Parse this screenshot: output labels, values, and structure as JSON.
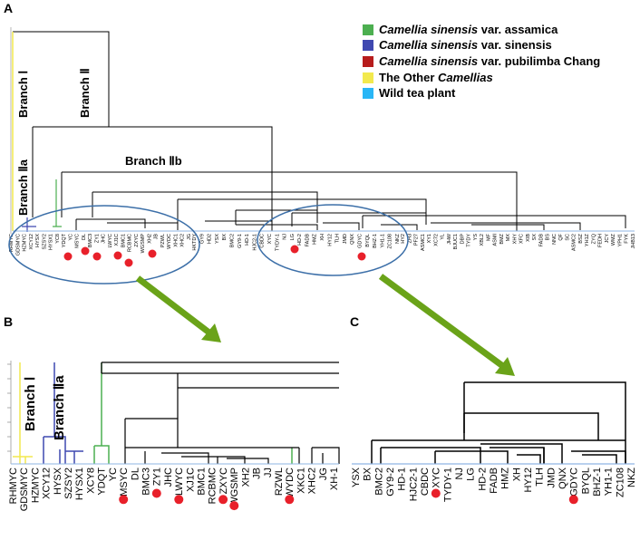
{
  "panels": {
    "a": "A",
    "b": "B",
    "c": "C"
  },
  "legend": [
    {
      "italic": "Camellia sinensis",
      "rest": " var. assamica",
      "color": "#4CAF50"
    },
    {
      "italic": "Camellia sinensis",
      "rest": " var. sinensis",
      "color": "#3F48B0"
    },
    {
      "italic": "Camellia sinensis",
      "rest": " var. pubilimba Chang",
      "color": "#B71C1C"
    },
    {
      "pre": "The Other ",
      "italic": "Camellias",
      "rest": "",
      "color": "#F2E94E"
    },
    {
      "pre": "Wild tea plant",
      "italic": "",
      "rest": "",
      "color": "#29B6F6"
    }
  ],
  "branches": {
    "I": "Branch Ⅰ",
    "II": "Branch Ⅱ",
    "IIa": "Branch Ⅱa",
    "IIb": "Branch Ⅱb"
  },
  "panelA": {
    "leaves_left": [
      "RHMYC",
      "GDSMYC",
      "HZMYC",
      "XCY12",
      "HYSX",
      "SZSY2",
      "HYSX1",
      "YC8",
      "YDQT",
      "YC",
      "MSYC",
      "DL",
      "BMC3",
      "ZY1",
      "JHC",
      "LWYC",
      "XJ1C",
      "BMC1",
      "RCBMC",
      "ZXYC",
      "WGSMP",
      "XH2",
      "JB",
      "PZWL",
      "WYDC",
      "XHC1",
      "XHC2",
      "JG"
    ],
    "leaves_mid": [
      "HKTDY",
      "GY9",
      "HD2",
      "YSX",
      "BX",
      "BMC2",
      "GY9-1",
      "HD-1",
      "HJC2-1",
      "CBDC",
      "XYC",
      "TYDY-1",
      "NJ",
      "LG",
      "HD-2",
      "FADB",
      "HMZ",
      "XH",
      "HY12",
      "TLH",
      "JMD",
      "QNX",
      "GDYC",
      "BYQL",
      "BHZ-1",
      "YH1-1",
      "ZC108",
      "NKZ"
    ],
    "leaves_right": [
      "HY2",
      "ZH3",
      "PF27",
      "ASMC1",
      "XY1",
      "XC72",
      "YL",
      "JHW",
      "BJUC1",
      "DBP",
      "TYDY",
      "YS",
      "XBL2",
      "MF",
      "ASMI",
      "BMZ",
      "MX",
      "XHY",
      "XFC",
      "XIB",
      "SX",
      "FADB",
      "BS",
      "NNC",
      "QF",
      "SC",
      "ASMC2",
      "BSZ",
      "YH1Z",
      "ZYQ",
      "FEDH",
      "JCY",
      "WMZ",
      "YPH1",
      "FYK",
      "JHB13"
    ]
  },
  "panelB": {
    "leaves": [
      "RHMYC",
      "GDSMYC",
      "HZMYC",
      "XCY12",
      "HYSX",
      "SZSY2",
      "HYSX1",
      "XCY8",
      "YDQT",
      "YC",
      "MSYC",
      "DL",
      "BMC3",
      "ZY1",
      "JHC",
      "LWYC",
      "XJ1C",
      "BMC1",
      "RCBMC",
      "ZXYC",
      "WGSMP",
      "XH2",
      "JB",
      "JJ",
      "RZWL",
      "WYDC",
      "XKC1",
      "XHC2",
      "JG",
      "XH-1"
    ],
    "marked": [
      "MSYC",
      "ZY1",
      "LWYC",
      "ZXYC",
      "WGSMP",
      "WYDC"
    ]
  },
  "panelC": {
    "leaves": [
      "YSX",
      "BX",
      "BMC2",
      "GY9-2",
      "HD-1",
      "HJC2-1",
      "CBDC",
      "XYC",
      "TYDY-1",
      "NJ",
      "LG",
      "HD-2",
      "FADB",
      "HMZ",
      "XH",
      "HY12",
      "TLH",
      "JMD",
      "QNX",
      "GDYC",
      "BYQL",
      "BHZ-1",
      "YH1-1",
      "ZC108",
      "NKZ"
    ],
    "marked": [
      "XYC",
      "GDYC"
    ]
  },
  "colors": {
    "tree_black": "#000000",
    "tree_blue": "#3F48B0",
    "tree_green": "#4CAF50",
    "tree_yellow": "#F2E94E",
    "tree_lightblue": "#8FB4E3",
    "marker_red": "#E8202A",
    "ellipse": "#3C6FA8",
    "arrow_green": "#6AA319"
  }
}
